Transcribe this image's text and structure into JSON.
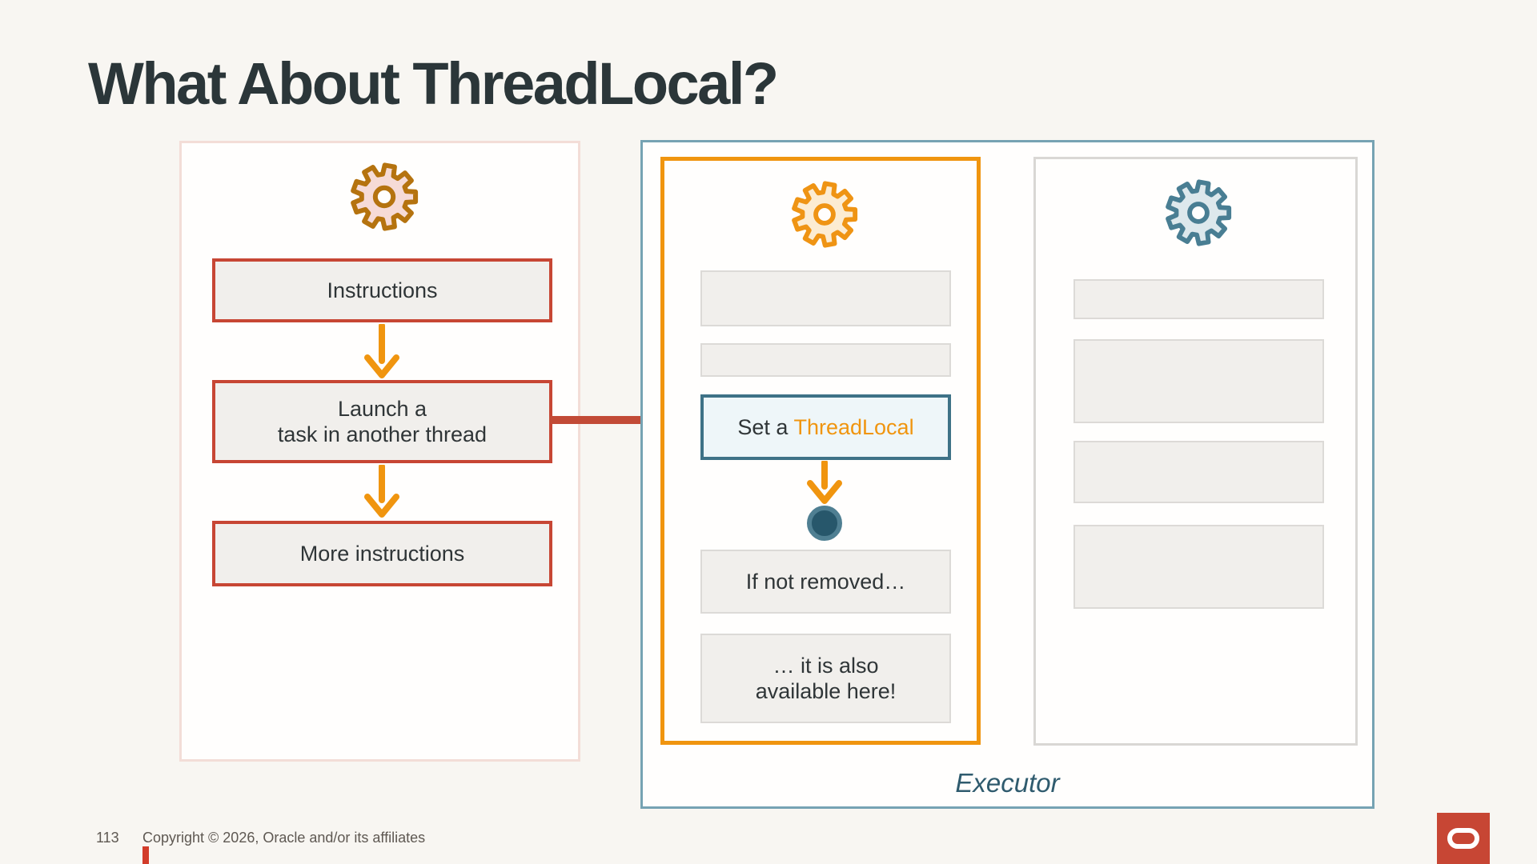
{
  "title": "What About ThreadLocal?",
  "caller": {
    "box_instructions": "Instructions",
    "box_launch_line1": "Launch a",
    "box_launch_line2": "task in another thread",
    "box_more": "More instructions"
  },
  "executor": {
    "label": "Executor",
    "set_prefix": "Set a ",
    "set_highlight": "ThreadLocal",
    "if_not_removed": "If not removed…",
    "also_line1": "… it is also",
    "also_line2": "available here!"
  },
  "footer": {
    "page": "113",
    "copyright": "Copyright © 2026, Oracle and/or its affiliates"
  },
  "icons": {
    "caller_gear": "gear-icon",
    "task_gear": "gear-icon",
    "idle_gear": "gear-icon",
    "logo": "oracle-logo"
  },
  "colors": {
    "oracle_red": "#c74634",
    "accent_orange": "#f0950f",
    "executor_border": "#76a3b3",
    "dark_teal": "#2f5b6e",
    "threadlocal_dot": "#27576b"
  }
}
